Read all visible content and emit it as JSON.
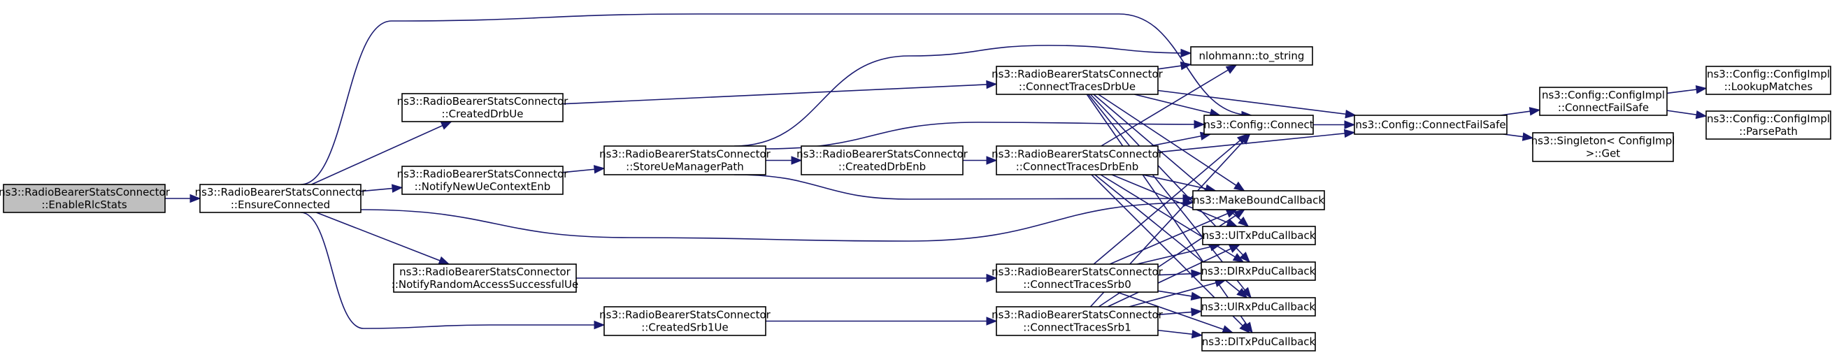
{
  "title": "Call graph for ns3::RadioBearerStatsConnector::EnableRlcStats",
  "colors": {
    "edge": "#191970",
    "root_fill": "#bfbfbf",
    "node_fill": "#ffffff",
    "border": "#000000"
  },
  "nodes": [
    {
      "id": "EnableRlcStats",
      "lines": [
        "ns3::RadioBearerStatsConnector",
        "::EnableRlcStats"
      ],
      "root": true
    },
    {
      "id": "EnsureConnected",
      "lines": [
        "ns3::RadioBearerStatsConnector",
        "::EnsureConnected"
      ]
    },
    {
      "id": "CreatedDrbUe",
      "lines": [
        "ns3::RadioBearerStatsConnector",
        "::CreatedDrbUe"
      ]
    },
    {
      "id": "NotifyNewUeContextEnb",
      "lines": [
        "ns3::RadioBearerStatsConnector",
        "::NotifyNewUeContextEnb"
      ]
    },
    {
      "id": "NotifyRandomAccessSuccessfulUe",
      "lines": [
        "ns3::RadioBearerStatsConnector",
        "::NotifyRandomAccessSuccessfulUe"
      ]
    },
    {
      "id": "StoreUeManagerPath",
      "lines": [
        "ns3::RadioBearerStatsConnector",
        "::StoreUeManagerPath"
      ]
    },
    {
      "id": "CreatedDrbEnb",
      "lines": [
        "ns3::RadioBearerStatsConnector",
        "::CreatedDrbEnb"
      ]
    },
    {
      "id": "CreatedSrb1Ue",
      "lines": [
        "ns3::RadioBearerStatsConnector",
        "::CreatedSrb1Ue"
      ]
    },
    {
      "id": "ConnectTracesDrbUe",
      "lines": [
        "ns3::RadioBearerStatsConnector",
        "::ConnectTracesDrbUe"
      ]
    },
    {
      "id": "ConnectTracesDrbEnb",
      "lines": [
        "ns3::RadioBearerStatsConnector",
        "::ConnectTracesDrbEnb"
      ]
    },
    {
      "id": "ConnectTracesSrb0",
      "lines": [
        "ns3::RadioBearerStatsConnector",
        "::ConnectTracesSrb0"
      ]
    },
    {
      "id": "ConnectTracesSrb1",
      "lines": [
        "ns3::RadioBearerStatsConnector",
        "::ConnectTracesSrb1"
      ]
    },
    {
      "id": "to_string",
      "lines": [
        "nlohmann::to_string"
      ]
    },
    {
      "id": "ConfigConnect",
      "lines": [
        "ns3::Config::Connect"
      ]
    },
    {
      "id": "MakeBoundCallback",
      "lines": [
        "ns3::MakeBoundCallback"
      ]
    },
    {
      "id": "UlTxPduCallback",
      "lines": [
        "ns3::UlTxPduCallback"
      ]
    },
    {
      "id": "DlRxPduCallback",
      "lines": [
        "ns3::DlRxPduCallback"
      ]
    },
    {
      "id": "UlRxPduCallback",
      "lines": [
        "ns3::UlRxPduCallback"
      ]
    },
    {
      "id": "DlTxPduCallback",
      "lines": [
        "ns3::DlTxPduCallback"
      ]
    },
    {
      "id": "ConnectFailSafe",
      "lines": [
        "ns3::Config::ConnectFailSafe"
      ]
    },
    {
      "id": "ImplConnectFailSafe",
      "lines": [
        "ns3::Config::ConfigImpl",
        "::ConnectFailSafe"
      ]
    },
    {
      "id": "SingletonGet",
      "lines": [
        "ns3::Singleton< ConfigImpl",
        ">::Get"
      ]
    },
    {
      "id": "LookupMatches",
      "lines": [
        "ns3::Config::ConfigImpl",
        "::LookupMatches"
      ]
    },
    {
      "id": "ParsePath",
      "lines": [
        "ns3::Config::ConfigImpl",
        "::ParsePath"
      ]
    }
  ],
  "edges": [
    [
      "EnableRlcStats",
      "EnsureConnected"
    ],
    [
      "EnsureConnected",
      "CreatedDrbUe"
    ],
    [
      "EnsureConnected",
      "NotifyNewUeContextEnb"
    ],
    [
      "EnsureConnected",
      "NotifyRandomAccessSuccessfulUe"
    ],
    [
      "EnsureConnected",
      "CreatedSrb1Ue"
    ],
    [
      "EnsureConnected",
      "ConfigConnect"
    ],
    [
      "EnsureConnected",
      "MakeBoundCallback"
    ],
    [
      "CreatedDrbUe",
      "ConnectTracesDrbUe"
    ],
    [
      "NotifyNewUeContextEnb",
      "StoreUeManagerPath"
    ],
    [
      "NotifyRandomAccessSuccessfulUe",
      "ConnectTracesSrb0"
    ],
    [
      "StoreUeManagerPath",
      "CreatedDrbEnb"
    ],
    [
      "StoreUeManagerPath",
      "to_string"
    ],
    [
      "StoreUeManagerPath",
      "ConfigConnect"
    ],
    [
      "StoreUeManagerPath",
      "MakeBoundCallback"
    ],
    [
      "CreatedDrbEnb",
      "ConnectTracesDrbEnb"
    ],
    [
      "CreatedSrb1Ue",
      "ConnectTracesSrb1"
    ],
    [
      "ConnectTracesDrbUe",
      "to_string"
    ],
    [
      "ConnectTracesDrbUe",
      "ConfigConnect"
    ],
    [
      "ConnectTracesDrbUe",
      "ConnectFailSafe"
    ],
    [
      "ConnectTracesDrbUe",
      "MakeBoundCallback"
    ],
    [
      "ConnectTracesDrbUe",
      "UlTxPduCallback"
    ],
    [
      "ConnectTracesDrbUe",
      "DlRxPduCallback"
    ],
    [
      "ConnectTracesDrbUe",
      "UlRxPduCallback"
    ],
    [
      "ConnectTracesDrbUe",
      "DlTxPduCallback"
    ],
    [
      "ConnectTracesDrbEnb",
      "to_string"
    ],
    [
      "ConnectTracesDrbEnb",
      "ConfigConnect"
    ],
    [
      "ConnectTracesDrbEnb",
      "ConnectFailSafe"
    ],
    [
      "ConnectTracesDrbEnb",
      "MakeBoundCallback"
    ],
    [
      "ConnectTracesDrbEnb",
      "UlTxPduCallback"
    ],
    [
      "ConnectTracesDrbEnb",
      "DlRxPduCallback"
    ],
    [
      "ConnectTracesDrbEnb",
      "UlRxPduCallback"
    ],
    [
      "ConnectTracesDrbEnb",
      "DlTxPduCallback"
    ],
    [
      "ConnectTracesSrb0",
      "ConfigConnect"
    ],
    [
      "ConnectTracesSrb0",
      "MakeBoundCallback"
    ],
    [
      "ConnectTracesSrb0",
      "UlTxPduCallback"
    ],
    [
      "ConnectTracesSrb0",
      "DlRxPduCallback"
    ],
    [
      "ConnectTracesSrb0",
      "UlRxPduCallback"
    ],
    [
      "ConnectTracesSrb0",
      "DlTxPduCallback"
    ],
    [
      "ConnectTracesSrb1",
      "ConfigConnect"
    ],
    [
      "ConnectTracesSrb1",
      "MakeBoundCallback"
    ],
    [
      "ConnectTracesSrb1",
      "UlTxPduCallback"
    ],
    [
      "ConnectTracesSrb1",
      "DlRxPduCallback"
    ],
    [
      "ConnectTracesSrb1",
      "UlRxPduCallback"
    ],
    [
      "ConnectTracesSrb1",
      "DlTxPduCallback"
    ],
    [
      "ConfigConnect",
      "ConnectFailSafe"
    ],
    [
      "ConnectFailSafe",
      "ImplConnectFailSafe"
    ],
    [
      "ConnectFailSafe",
      "SingletonGet"
    ],
    [
      "ImplConnectFailSafe",
      "LookupMatches"
    ],
    [
      "ImplConnectFailSafe",
      "ParsePath"
    ]
  ]
}
